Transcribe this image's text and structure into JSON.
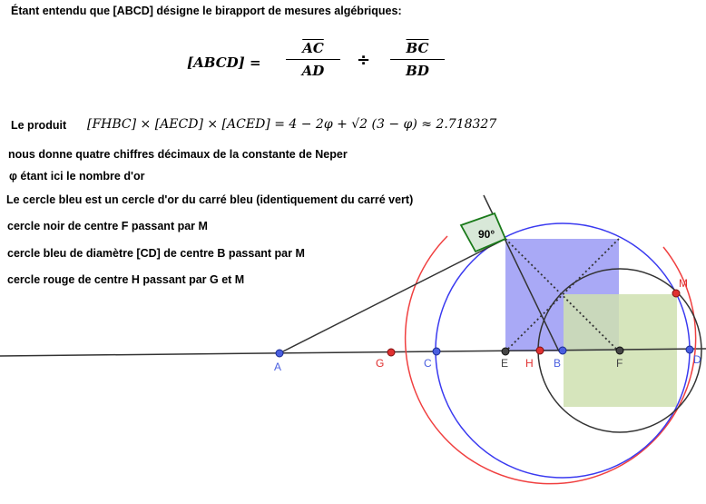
{
  "text": {
    "definition": "Étant entendu que [ABCD] désigne le birapport de mesures algébriques:",
    "cross_ratio_lhs": "[ABCD]  =",
    "frac1_num": "AC",
    "frac1_den": "AD",
    "div_symbol": "÷",
    "frac2_num": "BC",
    "frac2_den": "BD",
    "product_label": "Le produit",
    "product_formula": "[FHBC] × [AECD] × [ACED] = 4 − 2φ + √2 (3 − φ) ≈ 2.718327",
    "line_neper": "nous donne quatre chiffres décimaux de la constante de  Neper",
    "line_phi": "φ  étant ici le nombre d'or",
    "line_blue_circle": "Le cercle bleu est un cercle d'or du carré bleu (identiquement du carré vert)",
    "line_black": "cercle noir de centre F passant par M",
    "line_blue": "cercle bleu de diamètre [CD] de centre B passant  par M",
    "line_red": "cercle rouge de centre H passant par G et M"
  },
  "diagram": {
    "angle_label": "90°",
    "points": [
      {
        "name": "A",
        "color": "#4a5fe0"
      },
      {
        "name": "G",
        "color": "#e03030"
      },
      {
        "name": "C",
        "color": "#4a5fe0"
      },
      {
        "name": "E",
        "color": "#444444"
      },
      {
        "name": "H",
        "color": "#e03030"
      },
      {
        "name": "B",
        "color": "#4a5fe0"
      },
      {
        "name": "F",
        "color": "#444444"
      },
      {
        "name": "D",
        "color": "#4a5fe0"
      },
      {
        "name": "M",
        "color": "#e03030"
      }
    ],
    "colors": {
      "blue": "#3a3af0",
      "red": "#f04040",
      "black": "#333333",
      "blue_square": "#9a9af5",
      "green_square": "#cfe0b0",
      "angle_box": "#d8e8d8",
      "angle_border": "#1a7a1a"
    }
  }
}
